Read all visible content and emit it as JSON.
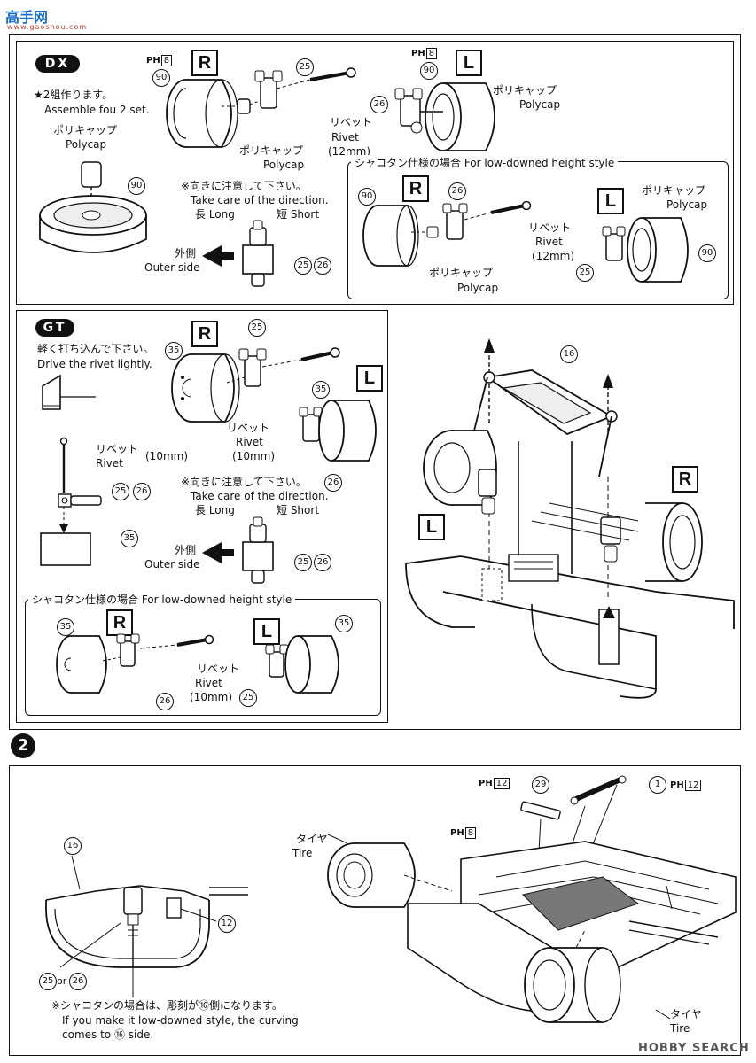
{
  "watermark": {
    "top_logo": "高手网",
    "top_url": "www.gaoshou.com",
    "bottom_logo": "HOBBY SEARCH"
  },
  "dx": {
    "label": "DX",
    "note_jp": "★2組作ります。",
    "note_en": "Assemble fou 2 set.",
    "polycap_jp": "ポリキャップ",
    "polycap_en": "Polycap",
    "ph8": "PH",
    "ph8_num": "8",
    "R": "R",
    "L": "L",
    "rivet_jp": "リベット",
    "rivet_en": "Rivet",
    "rivet_len": "(12mm)",
    "dir_jp": "※向きに注意して下さい。",
    "dir_en": "Take care of the direction.",
    "long": "長 Long",
    "short": "短 Short",
    "outer_jp": "外側",
    "outer_en": "Outer side",
    "low_label": "シャコタン仕様の場合 For low-downed height style",
    "parts": {
      "p90": "90",
      "p25": "25",
      "p26": "26"
    }
  },
  "gt": {
    "label": "GT",
    "drive_jp": "軽く打ち込んで下さい。",
    "drive_en": "Drive the rivet lightly.",
    "rivet_jp": "リベット",
    "rivet_en": "Rivet",
    "rivet_len": "(10mm)",
    "R": "R",
    "L": "L",
    "dir_jp": "※向きに注意して下さい。",
    "dir_en": "Take care of the direction.",
    "long": "長 Long",
    "short": "短 Short",
    "outer_jp": "外側",
    "outer_en": "Outer side",
    "low_label": "シャコタン仕様の場合 For low-downed height style",
    "parts": {
      "p35": "35",
      "p25": "25",
      "p26": "26"
    }
  },
  "chassis_top": {
    "R": "R",
    "L": "L",
    "p16": "16"
  },
  "step2": {
    "number": "2",
    "p16": "16",
    "p12": "12",
    "p25": "25",
    "or": "or",
    "p26": "26",
    "note_jp": "※シャコタンの場合は、彫刻が⑯側になります。",
    "note_en1": "If you make it low-downed style, the curving",
    "note_en2": "comes to ⑯ side.",
    "tire_jp": "タイヤ",
    "tire_en": "Tire",
    "p29": "29",
    "p1": "1",
    "ph": "PH",
    "ph8": "8",
    "ph12": "12"
  }
}
